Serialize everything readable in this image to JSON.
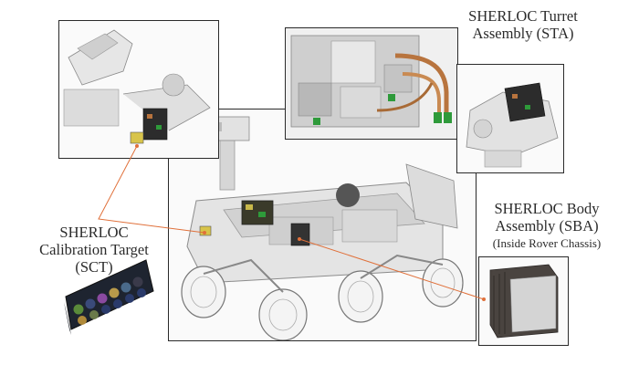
{
  "labels": {
    "sta": {
      "line1": "SHERLOC Turret",
      "line2": "Assembly (STA)"
    },
    "sba": {
      "line1": "SHERLOC Body",
      "line2": "Assembly (SBA)",
      "line3": "(Inside Rover Chassis)"
    },
    "sct": {
      "line1": "SHERLOC",
      "line2": "Calibration Target",
      "line3": "(SCT)"
    }
  },
  "colors": {
    "leader_line": "#e0703a",
    "frame_border": "#2a2a2a",
    "copper": "#b8743e",
    "green_connector": "#2e9a3a",
    "dark_panel": "#1e2430"
  }
}
